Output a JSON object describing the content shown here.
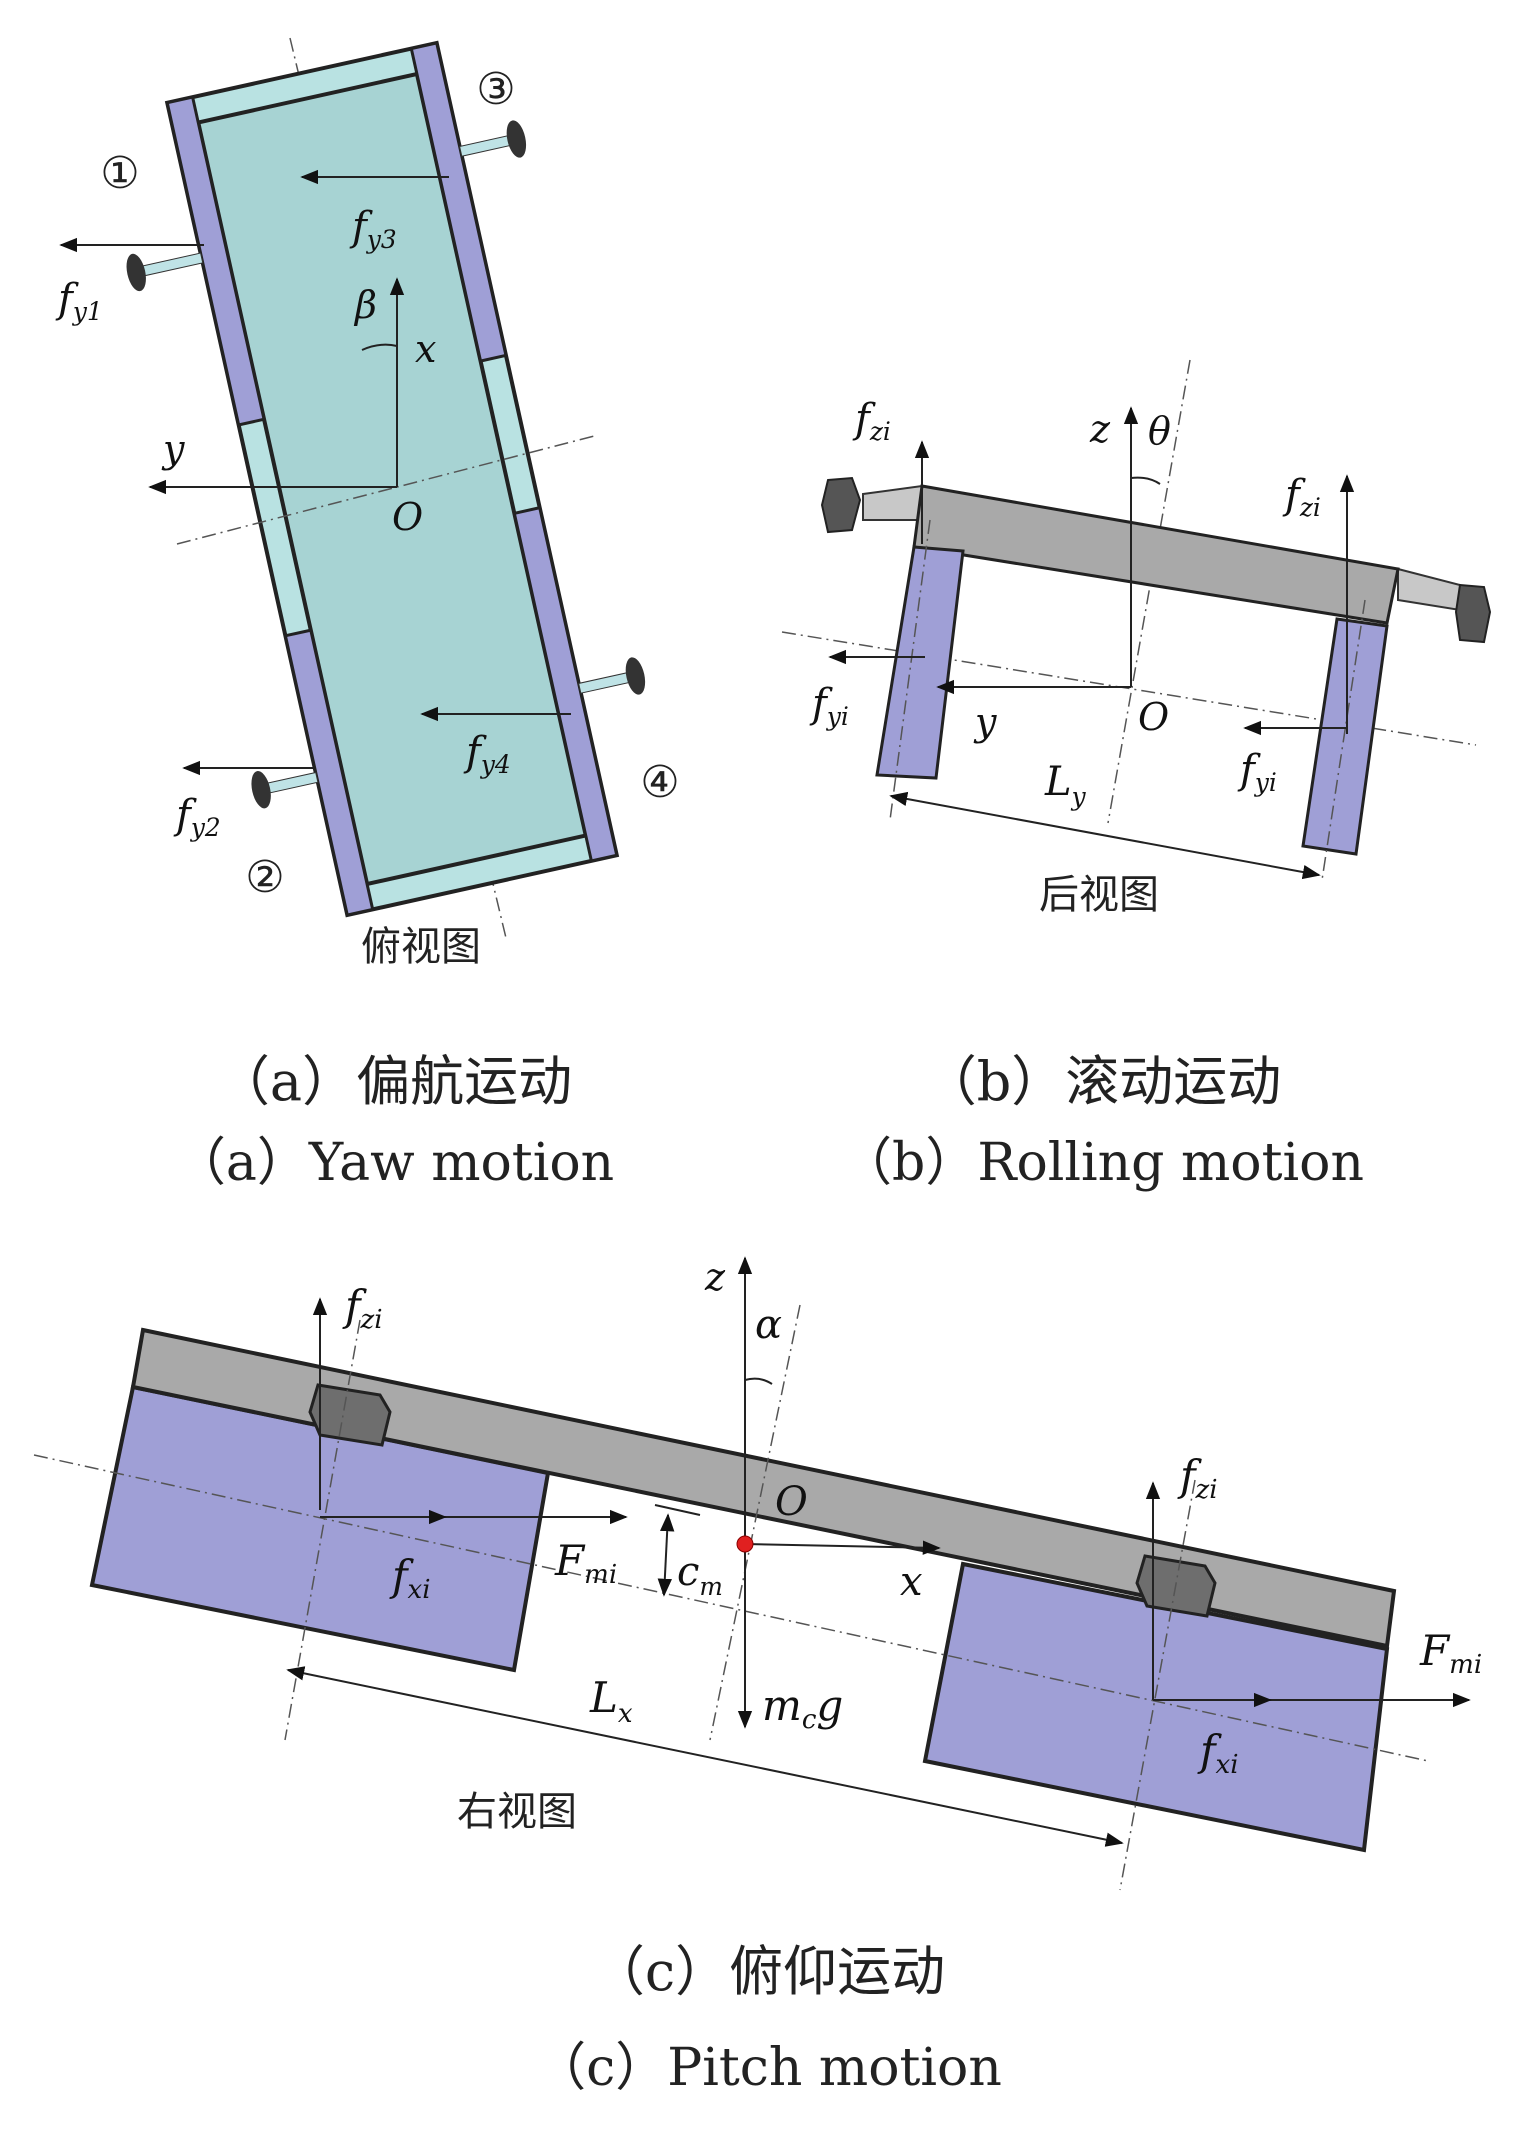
{
  "panel_a": {
    "view_label": "俯视图",
    "caption_cn": "（a）偏航运动",
    "caption_en": "（a）Yaw motion",
    "markers": [
      "①",
      "②",
      "③",
      "④"
    ],
    "forces": [
      {
        "base": "f",
        "sub": "y1"
      },
      {
        "base": "f",
        "sub": "y2"
      },
      {
        "base": "f",
        "sub": "y3"
      },
      {
        "base": "f",
        "sub": "y4"
      }
    ],
    "axis_x": "x",
    "axis_y": "y",
    "origin": "O",
    "angle": "β"
  },
  "panel_b": {
    "view_label": "后视图",
    "caption_cn": "（b）滚动运动",
    "caption_en": "（b）Rolling motion",
    "fz": {
      "base": "f",
      "sub": "zi"
    },
    "fy": {
      "base": "f",
      "sub": "yi"
    },
    "axis_z": "z",
    "axis_y": "y",
    "origin": "O",
    "angle": "θ",
    "length": {
      "base": "L",
      "sub": "y"
    }
  },
  "panel_c": {
    "view_label": "右视图",
    "caption_cn": "（c）俯仰运动",
    "caption_en": "（c）Pitch motion",
    "fz": {
      "base": "f",
      "sub": "zi"
    },
    "fx": {
      "base": "f",
      "sub": "xi"
    },
    "Fm": {
      "base": "F",
      "sub": "mi"
    },
    "cm": {
      "base": "c",
      "sub": "m"
    },
    "weight": {
      "base": "m",
      "sub": "c",
      "tail": "g"
    },
    "axis_z": "z",
    "axis_x": "x",
    "origin": "O",
    "angle": "α",
    "length": {
      "base": "L",
      "sub": "x"
    }
  },
  "colors": {
    "teal": "#a7d3d3",
    "teal_light": "#b9e2e2",
    "purple": "#9f9fd6",
    "gray": "#a9a9a9",
    "hex": "#6e6e6e",
    "dot": "#e02020"
  }
}
